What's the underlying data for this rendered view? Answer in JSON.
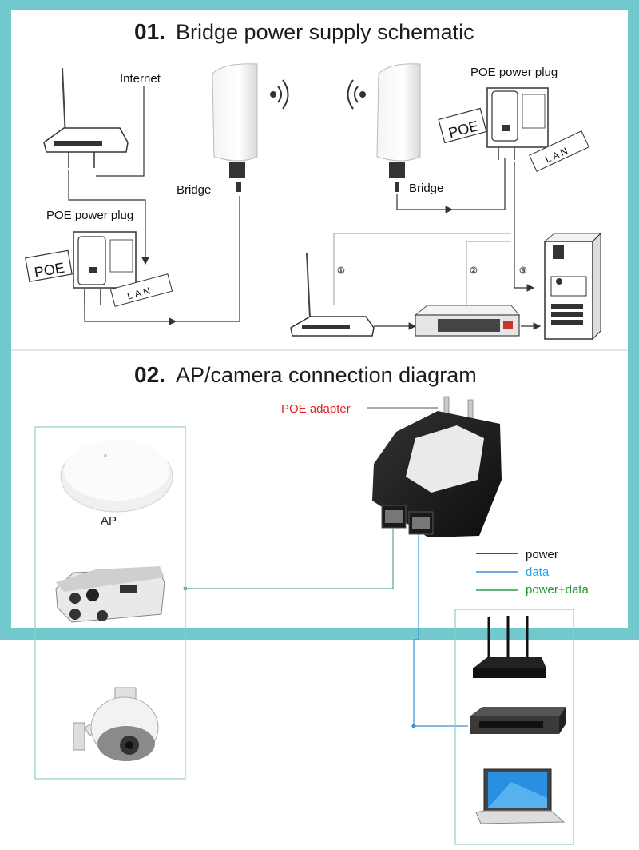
{
  "section1": {
    "number": "01.",
    "title": "Bridge power supply schematic",
    "labels": {
      "internet": "Internet",
      "bridge_left": "Bridge",
      "bridge_right": "Bridge",
      "poe_plug_left": "POE power plug",
      "poe_plug_right": "POE power plug",
      "poe_tag": "POE",
      "lan_tag": "LAN",
      "circle_1": "①",
      "circle_2": "②",
      "circle_3": "③"
    }
  },
  "section2": {
    "number": "02.",
    "title": "AP/camera connection diagram",
    "poe_adapter": "POE adapter",
    "ap_label": "AP",
    "legend": [
      {
        "label": "power",
        "color": "#111111",
        "text_color": "#111111"
      },
      {
        "label": "data",
        "color": "#3a8fd8",
        "text_color": "#2fa3e6"
      },
      {
        "label": "power+data",
        "color": "#2a9d4a",
        "text_color": "#1f9a2e"
      }
    ]
  },
  "colors": {
    "frame": "#72c9cd",
    "poe_adapter_label": "#e02020",
    "connector_line": "#7fbfa4"
  }
}
